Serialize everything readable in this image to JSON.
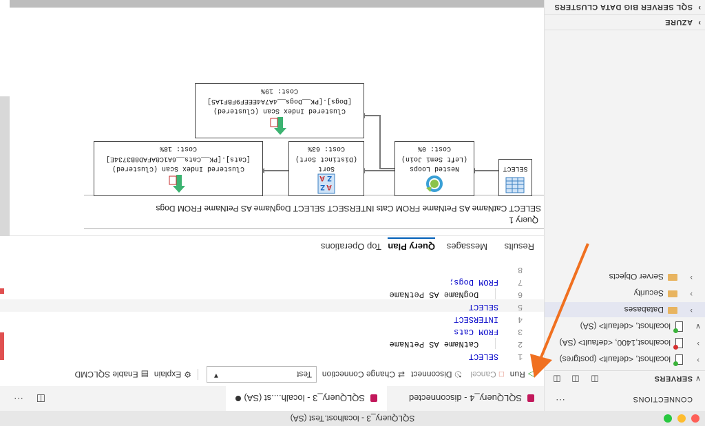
{
  "window": {
    "title": "SQLQuery_3 - localhost.Test (SA)"
  },
  "sidebar": {
    "connections_label": "CONNECTIONS",
    "more": "···",
    "servers_label": "SERVERS",
    "servers": [
      {
        "label": "localhost, <default> (postgres)",
        "status_color": "#3bb33b"
      },
      {
        "label": "localhost,1400, <default> (SA)",
        "status_color": "#d63030"
      },
      {
        "label": "localhost, <default> (SA)",
        "status_color": "#3bb33b"
      }
    ],
    "folders": [
      "Databases",
      "Security",
      "Server Objects"
    ],
    "sections": [
      "AZURE",
      "SQL SERVER BIG DATA CLUSTERS"
    ]
  },
  "tabs": [
    {
      "label": "SQLQuery_3 - localh....st (SA)",
      "dirty": true,
      "active": true
    },
    {
      "label": "SQLQuery_4 - disconnected",
      "active": false
    }
  ],
  "toolbar": {
    "run": "Run",
    "cancel": "Cancel",
    "disconnect": "Disconnect",
    "change_connection": "Change Connection",
    "database": "Test",
    "explain": "Explain",
    "enable_sqlcmd": "Enable SQLCMD"
  },
  "editor": {
    "lines": [
      {
        "n": "1",
        "t": "SELECT"
      },
      {
        "n": "2",
        "t": "    CatName AS PetName"
      },
      {
        "n": "3",
        "t": "FROM Cats"
      },
      {
        "n": "4",
        "t": "INTERSECT"
      },
      {
        "n": "5",
        "t": "SELECT"
      },
      {
        "n": "6",
        "t": "    DogName AS PetName"
      },
      {
        "n": "7",
        "t": "FROM Dogs;"
      },
      {
        "n": "8",
        "t": ""
      }
    ]
  },
  "results": {
    "tabs": [
      "Results",
      "Messages",
      "Query Plan",
      "Top Operations"
    ],
    "active_tab": "Query Plan",
    "query_title": "Query 1",
    "query_text": "SELECT CatName AS PetName FROM Cats INTERSECT SELECT DogName AS PetName FROM Dogs"
  },
  "plan": {
    "select": {
      "label": "SELECT"
    },
    "nested": {
      "name": "Nested Loops",
      "detail": "(Left Semi Join)",
      "cost": "Cost: 0%"
    },
    "sort": {
      "name": "Sort",
      "detail": "(Distinct Sort)",
      "cost": "Cost: 63%"
    },
    "cats_scan": {
      "name": "Clustered Index Scan (Clustered)",
      "detail": "[Cats].[PK__Cats__6A1C8AFAD8B3734E]",
      "cost": "Cost: 18%"
    },
    "dogs_scan": {
      "name": "Clustered Index Scan (Clustered)",
      "detail": "[Dogs].[PK__Dogs__4A7A4EEEF9FBF1A5]",
      "cost": "Cost: 19%"
    }
  },
  "colors": {
    "arrow": "#f07020",
    "accent": "#005fb8"
  }
}
